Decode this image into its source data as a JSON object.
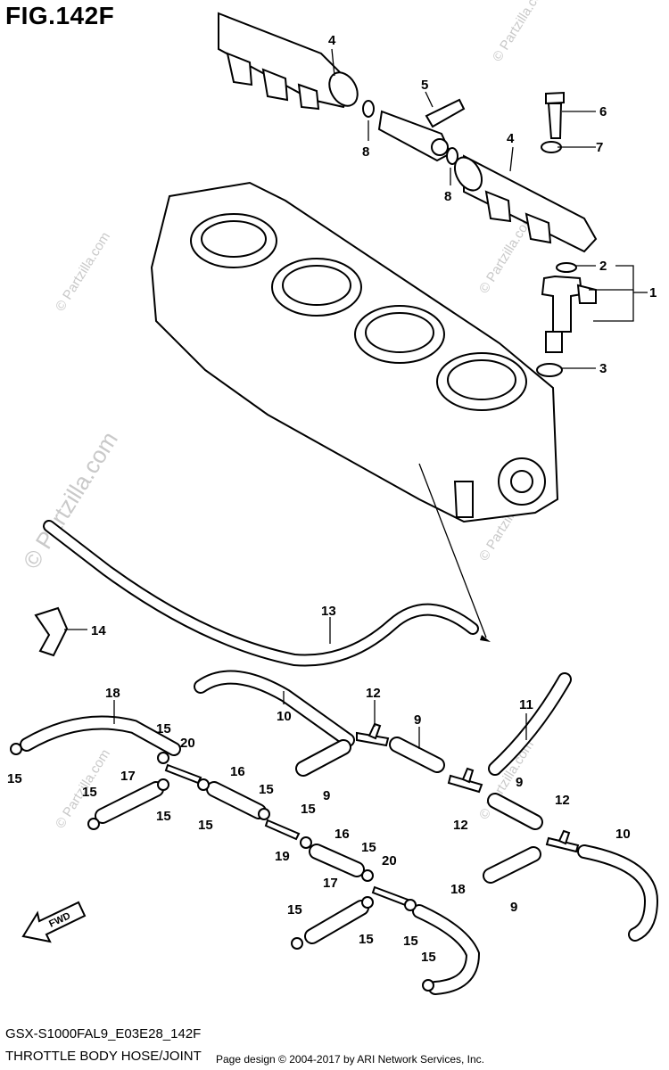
{
  "figure": {
    "title": "FIG.142F",
    "model_code": "GSX-S1000FAL9_E03E28_142F",
    "subtitle": "THROTTLE BODY HOSE/JOINT"
  },
  "footer": "Page design © 2004-2017 by ARI Network Services, Inc.",
  "watermark": "© Partzilla.com",
  "fwd_label": "FWD",
  "callouts": {
    "c1": "1",
    "c2": "2",
    "c3": "3",
    "c4a": "4",
    "c4b": "4",
    "c5": "5",
    "c6": "6",
    "c7": "7",
    "c8a": "8",
    "c8b": "8",
    "c9a": "9",
    "c9b": "9",
    "c9c": "9",
    "c9d": "9",
    "c10a": "10",
    "c10b": "10",
    "c11": "11",
    "c12a": "12",
    "c12b": "12",
    "c12c": "12",
    "c13": "13",
    "c14": "14",
    "c15a": "15",
    "c15b": "15",
    "c15c": "15",
    "c15d": "15",
    "c15e": "15",
    "c15f": "15",
    "c15g": "15",
    "c15h": "15",
    "c15i": "15",
    "c15j": "15",
    "c15k": "15",
    "c15l": "15",
    "c16a": "16",
    "c16b": "16",
    "c17a": "17",
    "c17b": "17",
    "c18a": "18",
    "c18b": "18",
    "c19": "19",
    "c20a": "20",
    "c20b": "20"
  }
}
